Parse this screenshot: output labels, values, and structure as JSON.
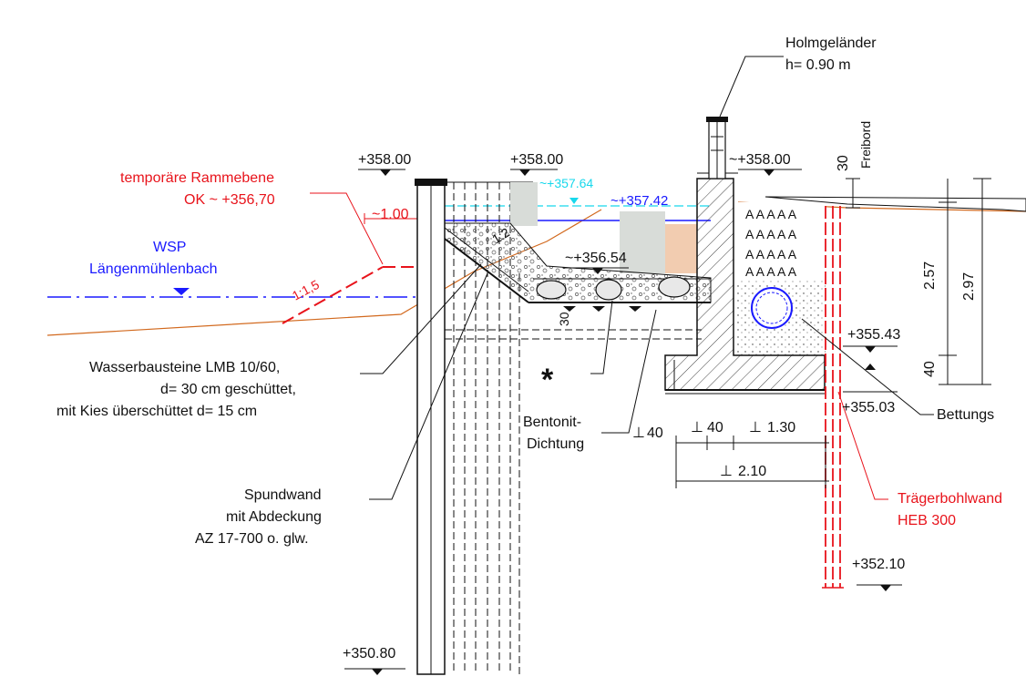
{
  "elevations": {
    "top_left": "+358.00",
    "top_middle": "+358.00",
    "top_right": "~+358.00",
    "water_cyan": "~+357.64",
    "water_blue": "~+357.42",
    "channel_bottom": "~+356.54",
    "pipe_top": "+355.43",
    "foundation": "+355.03",
    "wall_bottom": "+352.10",
    "sheet_pile_bottom": "+350.80"
  },
  "annotations": {
    "railing_line1": "Holmgeländer",
    "railing_line2": "h= 0.90 m",
    "freeboard": "Freibord",
    "freeboard_value": "30",
    "ram_level_line1": "temporäre Rammebene",
    "ram_level_line2": "OK ~ +356,70",
    "minus_one": "~1.00",
    "wsp_line1": "WSP",
    "wsp_line2": "Längenmühlenbach",
    "slope_15": "1:1,5",
    "slope_12": "1:2",
    "layer_thickness": "30",
    "stones_line1": "Wasserbausteine LMB 10/60,",
    "stones_line2": "d= 30 cm geschüttet,",
    "stones_line3": "mit Kies überschüttet d= 15 cm",
    "asterisk": "*",
    "bentonite_line1": "Bentonit-",
    "bentonite_line2": "Dichtung",
    "sheet_pile_line1": "Spundwand",
    "sheet_pile_line2": "mit Abdeckung",
    "sheet_pile_line3": "AZ 17-700 o. glw.",
    "bedding": "Bettungs",
    "beam_wall_line1": "Trägerbohlwand",
    "beam_wall_line2": "HEB 300"
  },
  "dimensions": {
    "d257": "2.57",
    "d297": "2.97",
    "d40_vertical": "40",
    "d40_a": "40",
    "d40_b": "40",
    "d130": "1.30",
    "d210": "2.10"
  },
  "colors": {
    "red": "#e8131b",
    "blue": "#1a1aff",
    "cyan": "#18d8ec",
    "orange": "#d2691e",
    "concrete_fill": "#f2ccb0",
    "gray_fill": "#d8dcd8"
  }
}
